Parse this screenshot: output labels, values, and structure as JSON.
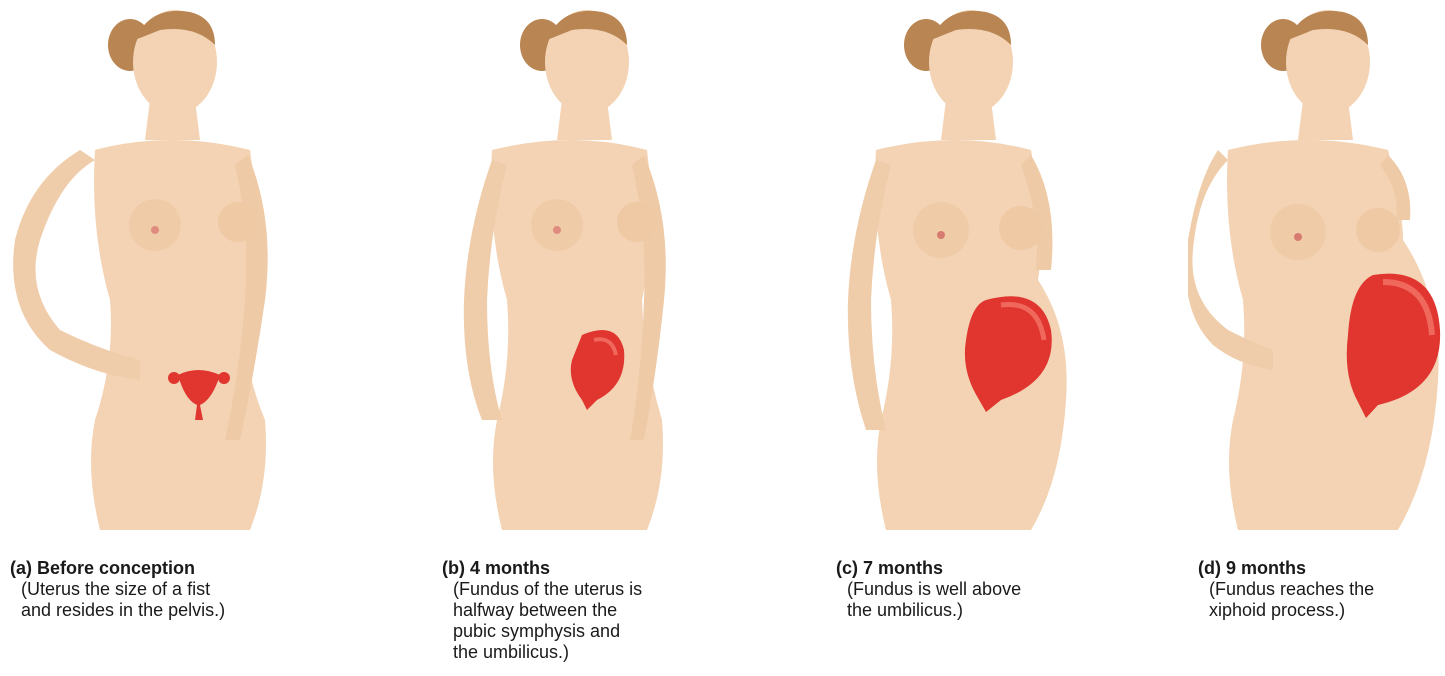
{
  "panels": [
    {
      "id": "a",
      "title": "(a) Before conception",
      "lines": [
        "(Uterus the size of a fist",
        "and resides in the pelvis.)"
      ],
      "stage": 0
    },
    {
      "id": "b",
      "title": "(b) 4 months",
      "lines": [
        "(Fundus of the uterus is",
        "halfway between the",
        "pubic symphysis and",
        "the umbilicus.)"
      ],
      "stage": 1
    },
    {
      "id": "c",
      "title": "(c) 7 months",
      "lines": [
        "(Fundus is well above",
        "the umbilicus.)"
      ],
      "stage": 2
    },
    {
      "id": "d",
      "title": "(d) 9 months",
      "lines": [
        "(Fundus reaches the",
        "xiphoid process.)"
      ],
      "stage": 3
    }
  ],
  "colors": {
    "skin": "#f3d3b4",
    "skin_shade": "#e3b692",
    "hair": "#b98552",
    "uterus": "#e0362f",
    "uterus_light": "#f0685c",
    "text": "#1a1a1a"
  }
}
